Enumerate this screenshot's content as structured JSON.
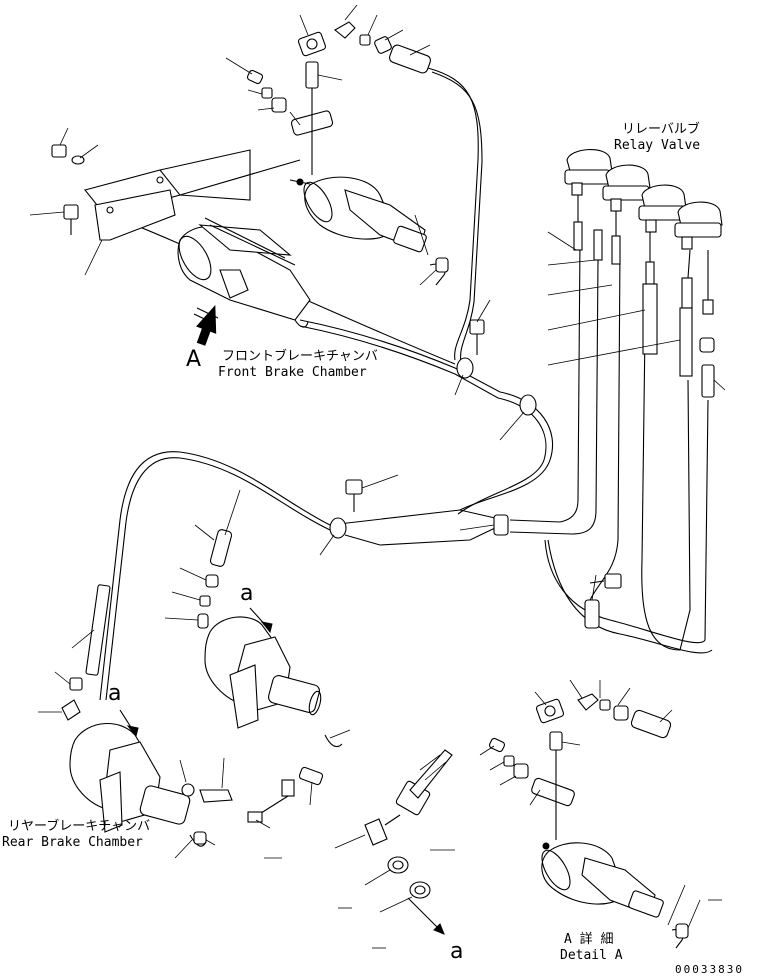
{
  "labels": {
    "relay_valve_jp": "リレーバルブ",
    "relay_valve_en": "Relay Valve",
    "front_marker": "A",
    "front_chamber_jp": "フロントブレーキチャンバ",
    "front_chamber_en": "Front Brake Chamber",
    "rear_chamber_jp": "リヤーブレーキチャンバ",
    "rear_chamber_en": "Rear Brake Chamber",
    "ref_a_upper": "a",
    "ref_a_lower": "a",
    "ref_a_bottom": "a",
    "detail_jp": "A 詳 細",
    "detail_en": "Detail A",
    "drawing_number": "00033830"
  }
}
